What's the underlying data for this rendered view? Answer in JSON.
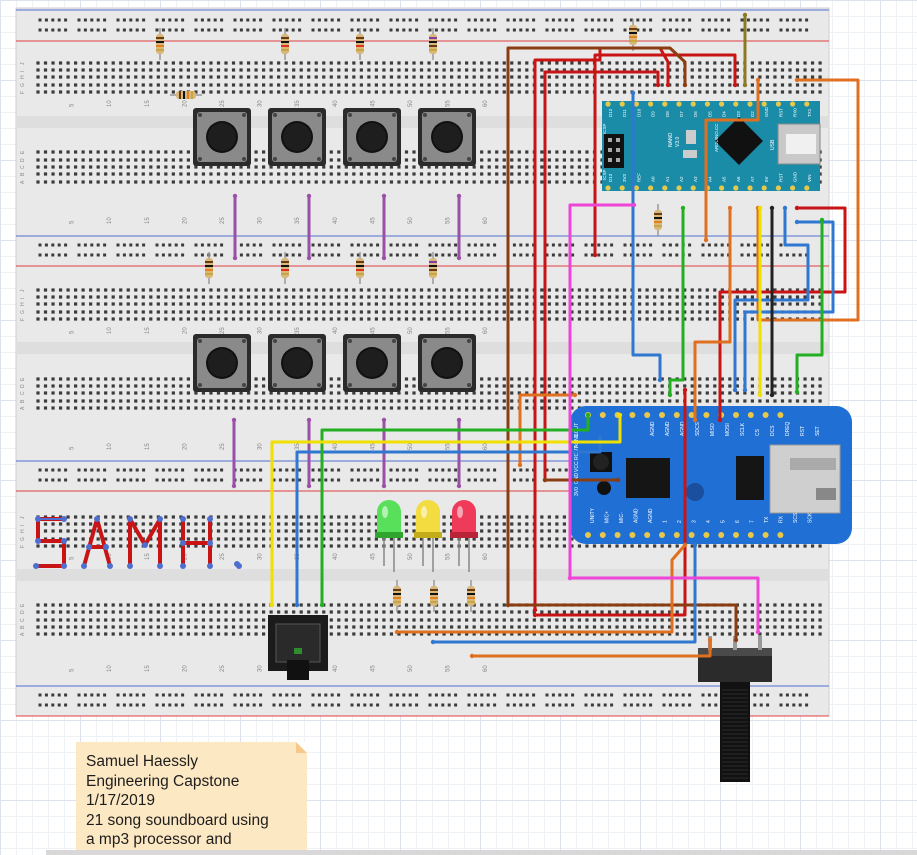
{
  "breadboard_labels": {
    "rows_left": [
      "J",
      "I",
      "H",
      "G",
      "F",
      "E",
      "D",
      "C",
      "B",
      "A"
    ],
    "column_numbers": [
      "5",
      "10",
      "15",
      "20",
      "25",
      "30",
      "35",
      "40",
      "45",
      "50",
      "55",
      "60"
    ]
  },
  "arduino": {
    "top_pins": [
      "D12",
      "D11",
      "D10",
      "D9",
      "D8",
      "D7",
      "D6",
      "D5",
      "D4",
      "D3",
      "D2",
      "GND",
      "RST",
      "RX0",
      "TX1"
    ],
    "bottom_pins": [
      "D13",
      "3V3",
      "REF",
      "A0",
      "A1",
      "A2",
      "A3",
      "A4",
      "A5",
      "A6",
      "A7",
      "5V",
      "RST",
      "GND",
      "VIN"
    ],
    "board_text": [
      "NANO",
      "V3.0",
      "ARDUINO.CC"
    ],
    "header_labels": [
      "ICSP",
      "ICSP"
    ],
    "misc_labels": [
      "L",
      "PWR",
      "TX",
      "RX",
      "RESET",
      "USB"
    ]
  },
  "mp3_board": {
    "top_pins": [
      "AGND",
      "AGND",
      "AGND",
      "SDCS",
      "MISO",
      "MOSI",
      "SCLK",
      "CS",
      "DCS",
      "DREQ",
      "RST",
      "SET"
    ],
    "bottom_pins": [
      "UNITY",
      "MIC+",
      "MIC-",
      "AGND",
      "AGND",
      "1",
      "2",
      "3",
      "4",
      "5",
      "6",
      "7",
      "TX",
      "RX",
      "SCS",
      "SCK"
    ],
    "side_labels": [
      "LOUT",
      "AGND",
      "ROUT",
      "VCC",
      "GND",
      "3V0"
    ]
  },
  "breadboard_text": {
    "letters": [
      "S",
      "A",
      "M",
      "H",
      "."
    ]
  },
  "note": {
    "lines": [
      "Samuel Haessly",
      "Engineering Capstone",
      "1/17/2019",
      "21 song soundboard using",
      "a mp3 processor and"
    ]
  },
  "colors": {
    "breadboard": "#e9e9e9",
    "rail_red": "#e04040",
    "rail_blue": "#4f6fd0",
    "hole": "#3b3b3b",
    "arduino": "#1a8ca8",
    "mp3_board": "#1f6fd4",
    "wire_red": "#c81414",
    "wire_brown": "#8b3d12",
    "wire_orange": "#e07020",
    "wire_blue": "#2f77d0",
    "wire_green": "#22b022",
    "wire_yellow": "#f0e000",
    "wire_magenta": "#ee44d8",
    "wire_purple": "#9b50a8",
    "wire_black": "#222222",
    "wire_olive": "#8a7a22",
    "note_bg": "#fde8c4"
  }
}
